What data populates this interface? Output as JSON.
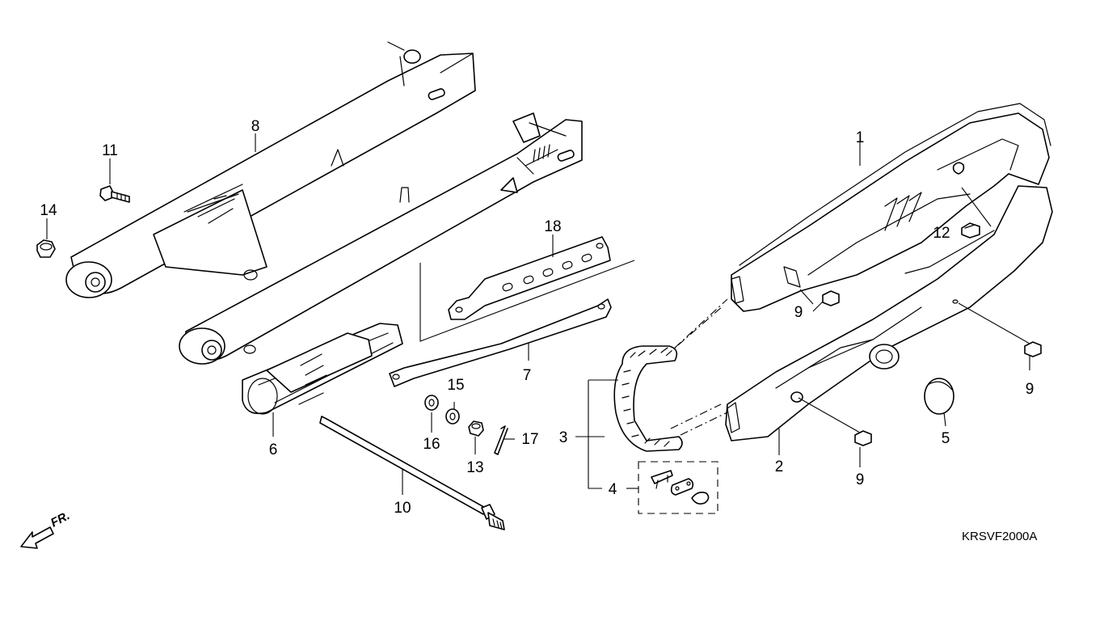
{
  "diagram": {
    "code": "KRSVF2000A",
    "direction_label": "FR.",
    "callouts": {
      "c1": "1",
      "c2": "2",
      "c3": "3",
      "c4": "4",
      "c5": "5",
      "c6": "6",
      "c7": "7",
      "c8": "8",
      "c9a": "9",
      "c9b": "9",
      "c9c": "9",
      "c10": "10",
      "c11": "11",
      "c12": "12",
      "c13": "13",
      "c14": "14",
      "c15": "15",
      "c16": "16",
      "c17": "17",
      "c18": "18"
    }
  }
}
